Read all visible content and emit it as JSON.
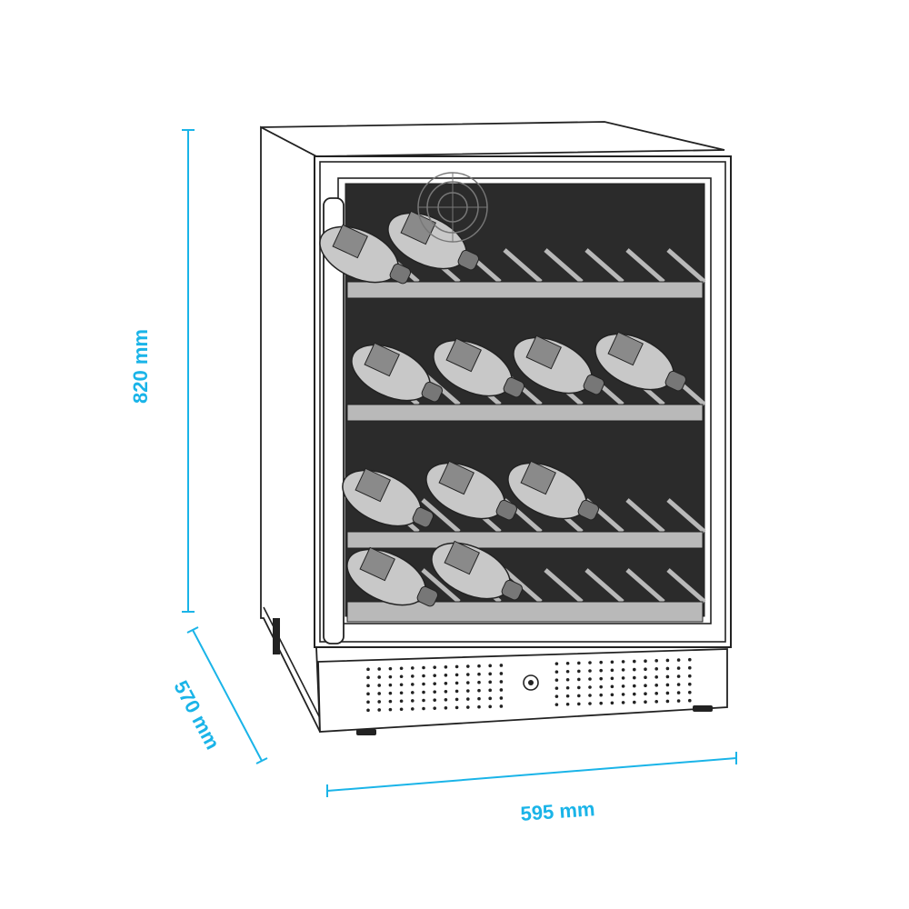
{
  "dimensions": {
    "height": "820 mm",
    "depth": "570 mm",
    "width": "595 mm"
  },
  "colors": {
    "dimension": "#1ab4e8",
    "interior": "#2b2b2b",
    "shelf": "#b9b9b9",
    "bottle": "#c8c8c8",
    "label": "#8a8a8a"
  }
}
